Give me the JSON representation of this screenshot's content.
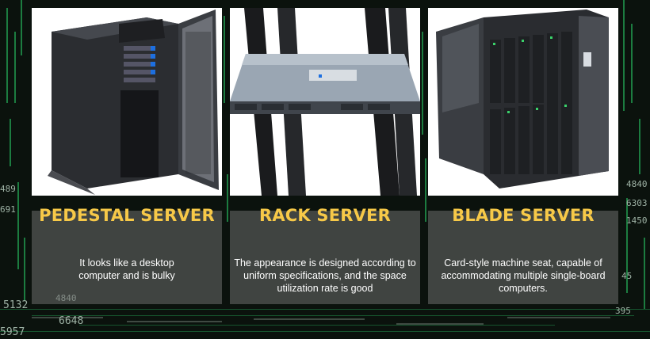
{
  "cards": [
    {
      "title": "PEDESTAL SERVER",
      "description": "It looks like a desktop computer and is bulky",
      "image_icon": "pedestal-server-image"
    },
    {
      "title": "RACK SERVER",
      "description": "The appearance is designed according to uniform specifications, and the space utilization rate is good",
      "image_icon": "rack-server-image"
    },
    {
      "title": "BLADE SERVER",
      "description": "Card-style machine seat, capable of accommodating multiple single-board computers.",
      "image_icon": "blade-server-image"
    }
  ],
  "background_numbers": [
    "489",
    "691",
    "5132",
    "5957",
    "4840",
    "6648",
    "4840",
    "6303",
    "1450",
    "395",
    "45"
  ],
  "colors": {
    "title": "#f7c948",
    "panel": "#6e6e6e",
    "background": "#0b120d",
    "matrix_green": "#2bd36b"
  }
}
